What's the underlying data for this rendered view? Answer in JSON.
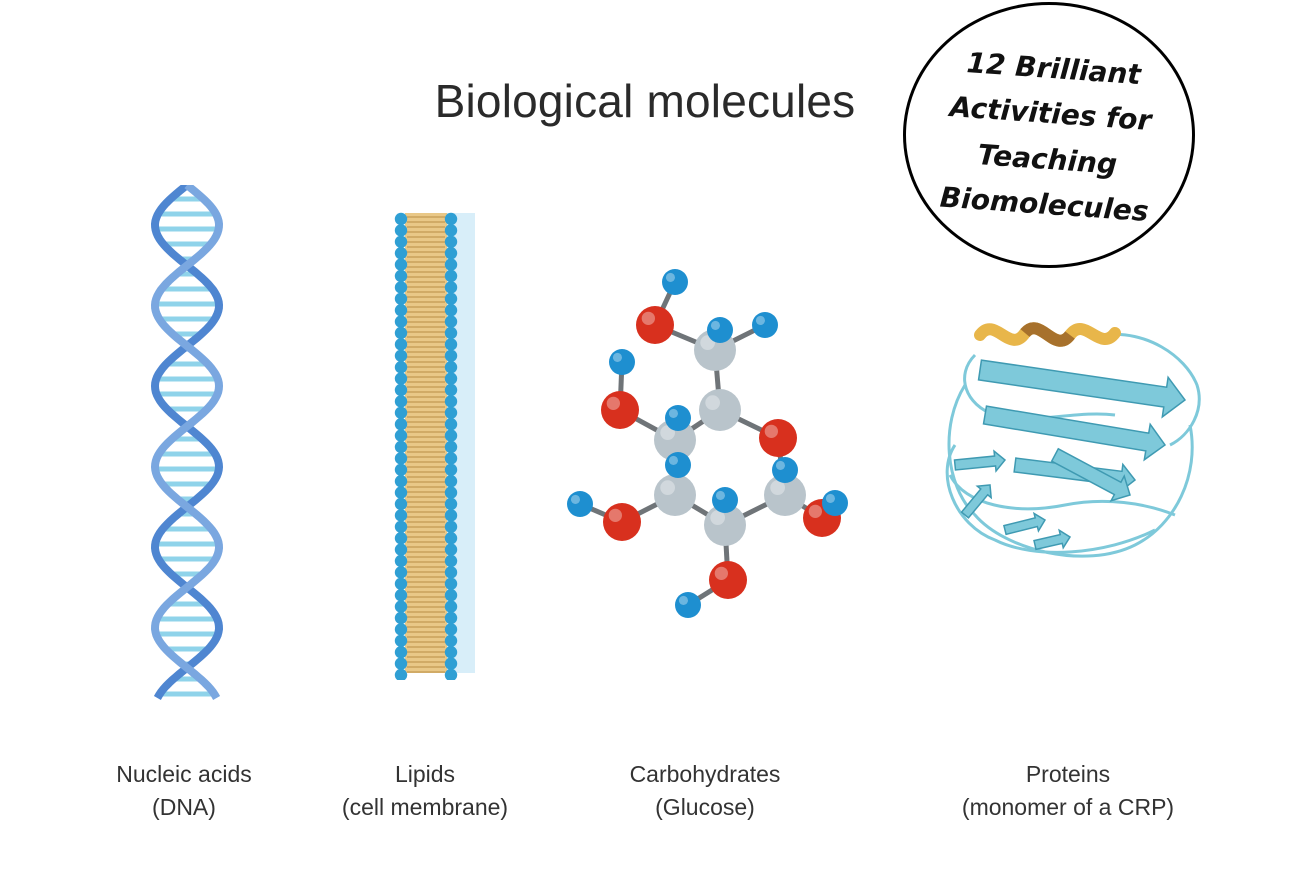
{
  "title": "Biological molecules",
  "badge": {
    "lines": [
      "12 Brilliant",
      "Activities for",
      "Teaching",
      "Biomolecules"
    ]
  },
  "molecules": [
    {
      "name": "Nucleic acids",
      "detail": "(DNA)",
      "icon": "dna-double-helix-icon"
    },
    {
      "name": "Lipids",
      "detail": "(cell membrane)",
      "icon": "lipid-bilayer-icon"
    },
    {
      "name": "Carbohydrates",
      "detail": "(Glucose)",
      "icon": "glucose-molecule-icon"
    },
    {
      "name": "Proteins",
      "detail": "(monomer of a CRP)",
      "icon": "protein-ribbon-icon"
    }
  ],
  "colors": {
    "dna_strand": "#7aa7e0",
    "dna_rung": "#8fd3ea",
    "lipid_head": "#2f9fd4",
    "lipid_tail": "#e9c887",
    "oxygen": "#d8301e",
    "carbon": "#b9c4cb",
    "hydrogen": "#1e8fd0",
    "protein": "#7ec9da",
    "protein_accent": "#e8b64a"
  }
}
